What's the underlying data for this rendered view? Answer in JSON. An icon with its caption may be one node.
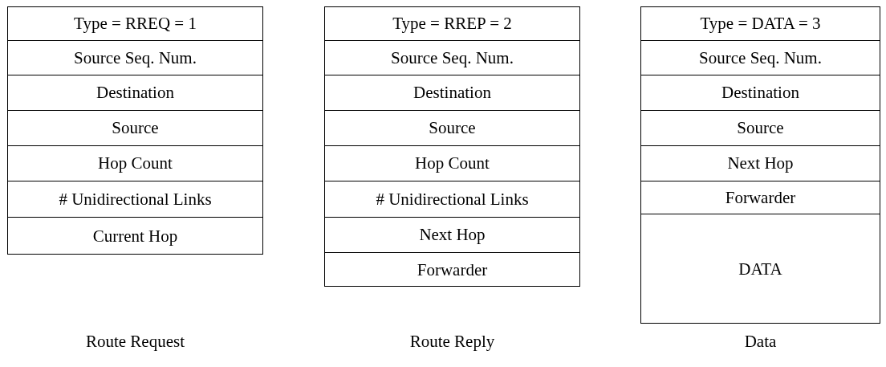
{
  "diagram": {
    "nodes": [
      {
        "text": [],
        "shape": "box"
      },
      {
        "text": [
          "Type = RREQ = 1"
        ],
        "in": 0
      },
      {
        "text": [
          "Source Seq. Num."
        ],
        "in": 0
      },
      {
        "text": [
          "Destination"
        ],
        "in": 0
      },
      {
        "text": [
          "Source"
        ],
        "in": 0
      },
      {
        "text": [
          "Hop Count"
        ],
        "in": 0
      },
      {
        "text": [
          "# Unidirectional Links"
        ],
        "in": 0
      },
      {
        "text": [
          "Current Hop"
        ],
        "in": 0
      },
      {
        "text": [],
        "shape": "box"
      },
      {
        "text": [
          "Type = RREP = 2"
        ],
        "in": 8
      },
      {
        "text": [
          "Source Seq. Num."
        ],
        "in": 8
      },
      {
        "text": [
          "Destination"
        ],
        "in": 8
      },
      {
        "text": [
          "Source"
        ],
        "in": 8
      },
      {
        "text": [
          "Hop Count"
        ],
        "in": 8
      },
      {
        "text": [
          "# Unidirectional Links"
        ],
        "in": 8
      },
      {
        "text": [
          "Next Hop"
        ],
        "in": 8
      },
      {
        "text": [
          "Forwarder"
        ],
        "in": 8
      },
      {
        "text": [],
        "shape": "box"
      },
      {
        "text": [
          "Type = DATA = 3"
        ],
        "in": 17
      },
      {
        "text": [
          "Source Seq. Num."
        ],
        "in": 17
      },
      {
        "text": [
          "Destination"
        ],
        "in": 17
      },
      {
        "text": [
          "Source"
        ],
        "in": 17
      },
      {
        "text": [
          "Next Hop"
        ],
        "in": 17
      },
      {
        "text": [
          "Forwarder"
        ],
        "in": 17
      },
      {
        "text": [
          "DATA"
        ],
        "in": 17
      }
    ],
    "labels": [
      "Route Request",
      "Route Reply",
      "Data"
    ]
  }
}
